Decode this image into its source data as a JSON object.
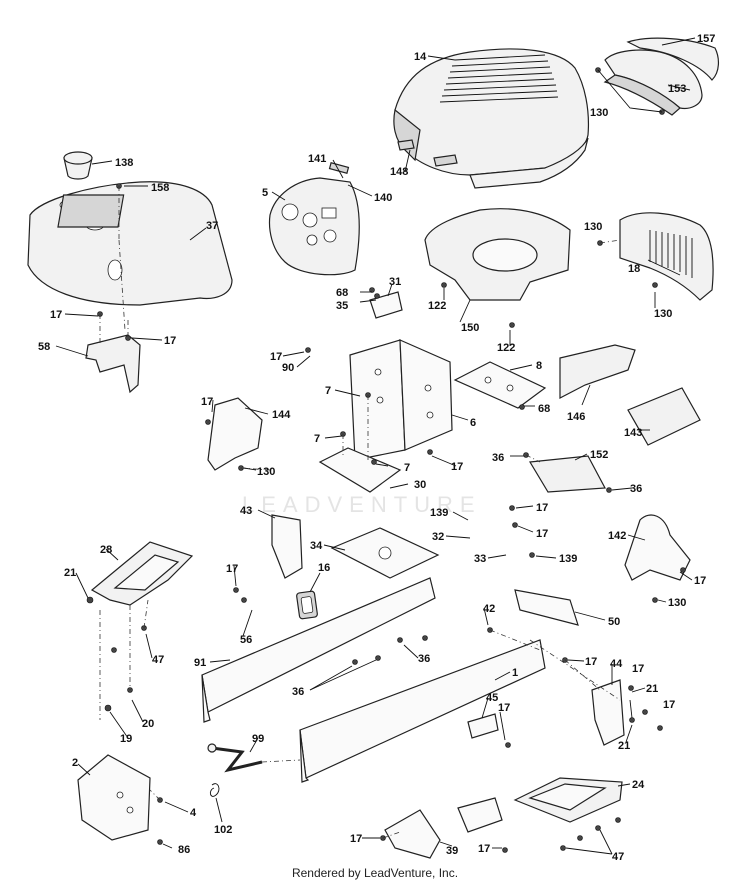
{
  "watermark": "LEADVENTURE",
  "footer": "Rendered by LeadVenture, Inc.",
  "callouts": {
    "c14": "14",
    "c157": "157",
    "c153": "153",
    "c130a": "130",
    "c148": "148",
    "c141": "141",
    "c140": "140",
    "c5": "5",
    "c138": "138",
    "c158": "158",
    "c37": "37",
    "c130b": "130",
    "c18": "18",
    "c130c": "130",
    "c122a": "122",
    "c150": "150",
    "c122b": "122",
    "c68a": "68",
    "c35": "35",
    "c31": "31",
    "c17a": "17",
    "c17b": "17",
    "c58": "58",
    "c17c": "17",
    "c90": "90",
    "c7a": "7",
    "c8": "8",
    "c68b": "68",
    "c6": "6",
    "c146": "146",
    "c143": "143",
    "c17d": "17",
    "c144": "144",
    "c7b": "7",
    "c17e": "17",
    "c7c": "7",
    "c130d": "130",
    "c30": "30",
    "c36a": "36",
    "c152": "152",
    "c36b": "36",
    "c43": "43",
    "c139a": "139",
    "c17f": "17",
    "c17g": "17",
    "c32": "32",
    "c34": "34",
    "c33": "33",
    "c139b": "139",
    "c142": "142",
    "c17h": "17",
    "c28": "28",
    "c16": "16",
    "c17i": "17",
    "c21a": "21",
    "c130e": "130",
    "c56": "56",
    "c42": "42",
    "c50": "50",
    "c47a": "47",
    "c91": "91",
    "c36c": "36",
    "c17j": "17",
    "c1": "1",
    "c44": "44",
    "c17k": "17",
    "c36d": "36",
    "c21b": "21",
    "c20": "20",
    "c17l": "17",
    "c45": "45",
    "c17m": "17",
    "c19": "19",
    "c21c": "21",
    "c99": "99",
    "c2": "2",
    "c24": "24",
    "c4": "4",
    "c102": "102",
    "c17n": "17",
    "c39": "39",
    "c17o": "17",
    "c86": "86",
    "c47b": "47"
  }
}
